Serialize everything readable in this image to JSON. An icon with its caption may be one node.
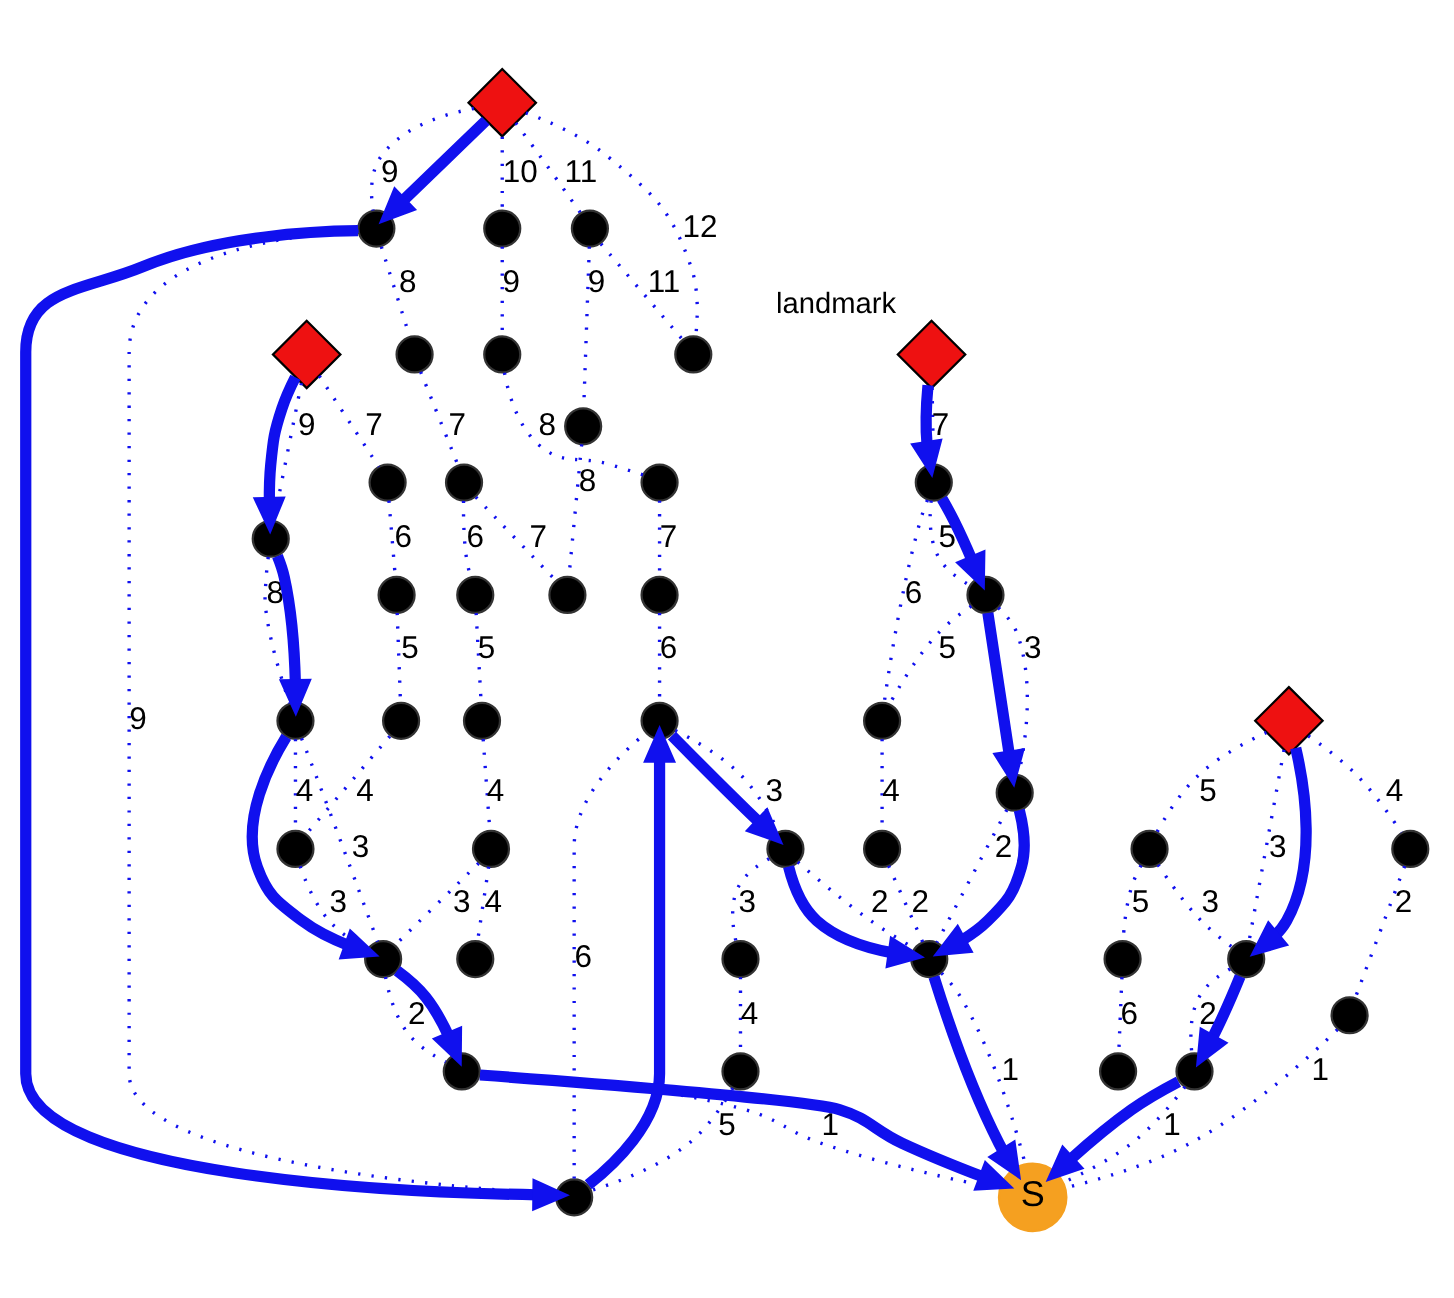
{
  "diagram": {
    "nodes": [
      {
        "text": [],
        "shape": "diamond",
        "beside": [
          "landmark"
        ]
      },
      {
        "text": [],
        "shape": "circle"
      },
      {
        "text": [],
        "shape": "circle"
      },
      {
        "text": [],
        "shape": "circle"
      },
      {
        "text": [],
        "shape": "circle"
      },
      {
        "text": [],
        "shape": "circle"
      },
      {
        "text": [],
        "shape": "circle"
      },
      {
        "text": [],
        "shape": "circle"
      },
      {
        "text": [],
        "shape": "circle"
      },
      {
        "text": [],
        "shape": "circle"
      },
      {
        "text": [],
        "shape": "circle"
      },
      {
        "text": [],
        "shape": "circle"
      },
      {
        "text": [],
        "shape": "circle"
      },
      {
        "text": [],
        "shape": "circle"
      },
      {
        "text": [],
        "shape": "diamond"
      },
      {
        "text": [],
        "shape": "circle"
      },
      {
        "text": [],
        "shape": "circle"
      },
      {
        "text": [],
        "shape": "circle"
      },
      {
        "text": [],
        "shape": "circle"
      },
      {
        "text": [],
        "shape": "circle"
      },
      {
        "text": [],
        "shape": "circle"
      },
      {
        "text": [],
        "shape": "circle"
      },
      {
        "text": [],
        "shape": "circle"
      },
      {
        "text": [],
        "shape": "diamond"
      },
      {
        "text": [],
        "shape": "circle"
      },
      {
        "text": [],
        "shape": "circle"
      },
      {
        "text": [
          "S"
        ]
      },
      {
        "text": [],
        "shape": "circle"
      },
      {
        "text": [],
        "shape": "circle"
      },
      {
        "text": [],
        "shape": "circle"
      },
      {
        "text": [],
        "shape": "circle"
      },
      {
        "text": [],
        "shape": "circle"
      },
      {
        "text": [],
        "shape": "circle"
      },
      {
        "text": [],
        "shape": "circle"
      },
      {
        "text": [],
        "shape": "circle"
      },
      {
        "text": [],
        "shape": "circle"
      },
      {
        "text": [],
        "shape": "circle"
      },
      {
        "text": [],
        "shape": "circle"
      },
      {
        "text": [],
        "shape": "circle"
      },
      {
        "text": [],
        "shape": "circle"
      },
      {
        "text": [],
        "shape": "circle"
      },
      {
        "text": [],
        "shape": "circle"
      },
      {
        "text": [],
        "shape": "circle"
      },
      {
        "text": [],
        "shape": "circle"
      },
      {
        "text": [],
        "shape": "circle"
      },
      {
        "text": [],
        "shape": "diamond"
      }
    ],
    "edges": [
      {
        "from": 0,
        "to": 1,
        "arrow": "none",
        "label": "7",
        "style": "dashed"
      },
      {
        "from": 1,
        "to": 2,
        "arrow": "none",
        "label": "5",
        "style": "dashed"
      },
      {
        "from": 1,
        "to": 3,
        "arrow": "none",
        "label": "6",
        "style": "dashed"
      },
      {
        "from": 2,
        "to": 7,
        "arrow": "none",
        "label": "3",
        "style": "dashed"
      },
      {
        "from": 2,
        "to": 3,
        "arrow": "none",
        "label": "5",
        "style": "dashed"
      },
      {
        "from": 3,
        "to": 8,
        "arrow": "none",
        "label": "4",
        "style": "dashed"
      },
      {
        "from": 7,
        "to": 17,
        "arrow": "none",
        "label": "2",
        "style": "dashed"
      },
      {
        "from": 8,
        "to": 17,
        "arrow": "none",
        "label": "2",
        "style": "dashed"
      },
      {
        "from": 18,
        "to": 17,
        "arrow": "none",
        "label": "2",
        "style": "dashed"
      },
      {
        "from": 17,
        "to": 26,
        "arrow": "none",
        "label": "1",
        "style": "dashed"
      },
      {
        "from": 14,
        "to": 15,
        "arrow": "none",
        "label": "3",
        "style": "dashed"
      },
      {
        "from": 15,
        "to": 16,
        "arrow": "none",
        "label": "2",
        "style": "dashed"
      },
      {
        "from": 16,
        "to": 26,
        "arrow": "none",
        "label": "1",
        "style": "dashed"
      },
      {
        "from": 14,
        "to": 6,
        "arrow": "none",
        "label": "5",
        "style": "dashed"
      },
      {
        "from": 6,
        "to": 5,
        "arrow": "none",
        "label": "5",
        "style": "dashed"
      },
      {
        "from": 5,
        "to": 4,
        "arrow": "none",
        "label": "6",
        "style": "dashed"
      },
      {
        "from": 6,
        "to": 15,
        "arrow": "none",
        "label": "3",
        "style": "dashed"
      },
      {
        "from": 14,
        "to": 25,
        "arrow": "none",
        "label": "4",
        "style": "dashed"
      },
      {
        "from": 25,
        "to": 27,
        "arrow": "none",
        "label": "2",
        "style": "dashed"
      },
      {
        "from": 27,
        "to": 26,
        "arrow": "none",
        "label": "1",
        "style": "dashed"
      },
      {
        "from": 23,
        "to": 12,
        "arrow": "none",
        "label": "10",
        "style": "dashed"
      },
      {
        "from": 12,
        "to": 11,
        "arrow": "none",
        "label": "9",
        "style": "dashed"
      },
      {
        "from": 11,
        "to": 10,
        "arrow": "none",
        "label": "8",
        "style": "dashed"
      },
      {
        "from": 10,
        "to": 9,
        "arrow": "none",
        "label": "7",
        "style": "dashed"
      },
      {
        "from": 9,
        "to": 13,
        "arrow": "none",
        "label": "6",
        "style": "dashed"
      },
      {
        "from": 13,
        "to": 18,
        "arrow": "none",
        "label": "3",
        "style": "dashed"
      },
      {
        "from": 18,
        "to": 19,
        "arrow": "none",
        "label": "3",
        "style": "dashed"
      },
      {
        "from": 19,
        "to": 20,
        "arrow": "none",
        "label": "4",
        "style": "dashed"
      },
      {
        "from": 20,
        "to": 21,
        "arrow": "none",
        "label": "5",
        "style": "dashed"
      },
      {
        "from": 21,
        "to": 13,
        "arrow": "none",
        "label": "6",
        "style": "dashed"
      },
      {
        "from": 23,
        "to": 22,
        "arrow": "none",
        "label": "9",
        "style": "dashed"
      },
      {
        "from": 22,
        "to": 21,
        "arrow": "none",
        "label": "9",
        "style": "dashed"
      },
      {
        "from": 22,
        "to": 24,
        "arrow": "none",
        "label": "8",
        "style": "dashed"
      },
      {
        "from": 24,
        "to": 30,
        "arrow": "none",
        "label": "7",
        "style": "dashed"
      },
      {
        "from": 30,
        "to": 34,
        "arrow": "none",
        "label": "6",
        "style": "dashed"
      },
      {
        "from": 34,
        "to": 33,
        "arrow": "none",
        "label": "5",
        "style": "dashed"
      },
      {
        "from": 33,
        "to": 36,
        "arrow": "none",
        "label": "4",
        "style": "dashed"
      },
      {
        "from": 36,
        "to": 35,
        "arrow": "none",
        "label": "3",
        "style": "dashed"
      },
      {
        "from": 35,
        "to": 28,
        "arrow": "none",
        "label": "2",
        "style": "dashed"
      },
      {
        "from": 28,
        "to": 26,
        "arrow": "none",
        "label": "1",
        "style": "dashed"
      },
      {
        "from": 36,
        "to": 38,
        "arrow": "none",
        "label": "4",
        "style": "dashed"
      },
      {
        "from": 23,
        "to": 32,
        "arrow": "none",
        "label": "12",
        "style": "dashed"
      },
      {
        "from": 23,
        "to": 29,
        "arrow": "none",
        "label": "11",
        "style": "dashed"
      },
      {
        "from": 29,
        "to": 32,
        "arrow": "none",
        "label": "11",
        "style": "dashed"
      },
      {
        "from": 29,
        "to": 31,
        "arrow": "none",
        "label": "9",
        "style": "dashed"
      },
      {
        "from": 31,
        "to": 37,
        "arrow": "none",
        "label": "8",
        "style": "dashed"
      },
      {
        "from": 30,
        "to": 37,
        "arrow": "none",
        "label": "7",
        "style": "dashed"
      },
      {
        "from": 45,
        "to": 41,
        "arrow": "none",
        "label": "9",
        "style": "dashed"
      },
      {
        "from": 41,
        "to": 40,
        "arrow": "none",
        "label": "8",
        "style": "dashed"
      },
      {
        "from": 40,
        "to": 35,
        "arrow": "none",
        "label": "3",
        "style": "dashed"
      },
      {
        "from": 45,
        "to": 44,
        "arrow": "none",
        "label": "7",
        "style": "dashed"
      },
      {
        "from": 44,
        "to": 43,
        "arrow": "none",
        "label": "6",
        "style": "dashed"
      },
      {
        "from": 43,
        "to": 42,
        "arrow": "none",
        "label": "5",
        "style": "dashed"
      },
      {
        "from": 42,
        "to": 39,
        "arrow": "none",
        "label": "4",
        "style": "dashed"
      },
      {
        "from": 39,
        "to": 35,
        "arrow": "none",
        "label": "3",
        "style": "dashed"
      },
      {
        "from": 40,
        "to": 39,
        "arrow": "none",
        "label": "4",
        "style": "dashed"
      },
      {
        "from": 0,
        "to": 1,
        "arrow": "to",
        "style": "thick"
      },
      {
        "from": 1,
        "to": 2,
        "arrow": "to",
        "style": "thick"
      },
      {
        "from": 2,
        "to": 7,
        "arrow": "to",
        "style": "thick"
      },
      {
        "from": 7,
        "to": 17,
        "arrow": "to",
        "style": "thick"
      },
      {
        "from": 18,
        "to": 17,
        "arrow": "to",
        "style": "thick"
      },
      {
        "from": 13,
        "to": 18,
        "arrow": "to",
        "style": "thick"
      },
      {
        "from": 21,
        "to": 13,
        "arrow": "to",
        "style": "thick"
      },
      {
        "from": 22,
        "to": 21,
        "arrow": "to",
        "style": "thick"
      },
      {
        "from": 23,
        "to": 22,
        "arrow": "to",
        "style": "thick"
      },
      {
        "from": 17,
        "to": 26,
        "arrow": "to",
        "style": "thick"
      },
      {
        "from": 14,
        "to": 15,
        "arrow": "to",
        "style": "thick"
      },
      {
        "from": 15,
        "to": 16,
        "arrow": "to",
        "style": "thick"
      },
      {
        "from": 16,
        "to": 26,
        "arrow": "to",
        "style": "thick"
      },
      {
        "from": 45,
        "to": 41,
        "arrow": "to",
        "style": "thick"
      },
      {
        "from": 41,
        "to": 40,
        "arrow": "to",
        "style": "thick"
      },
      {
        "from": 40,
        "to": 35,
        "arrow": "to",
        "style": "thick"
      },
      {
        "from": 35,
        "to": 28,
        "arrow": "to",
        "style": "thick"
      },
      {
        "from": 28,
        "to": 26,
        "arrow": "to",
        "style": "thick"
      }
    ]
  }
}
